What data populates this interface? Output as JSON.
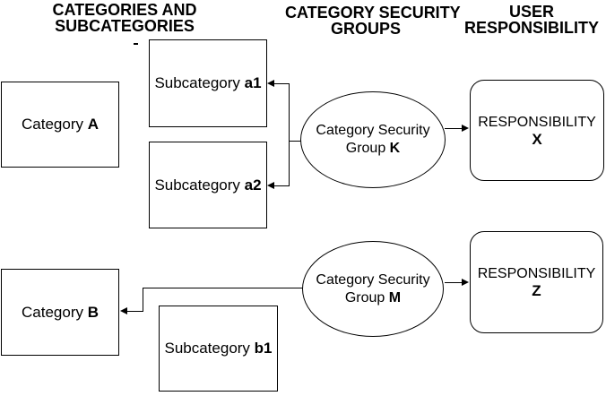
{
  "headers": [
    {
      "line1": "CATEGORIES AND",
      "line2": "SUBCATEGORIES"
    },
    {
      "line1": "CATEGORY SECURITY",
      "line2": "GROUPS"
    },
    {
      "line1": "USER",
      "line2": "RESPONSIBILITY"
    }
  ],
  "nodes": {
    "category_a": {
      "label": "Category",
      "key": "A"
    },
    "subcategory_a1": {
      "label": "Subcategory",
      "key": "a1"
    },
    "subcategory_a2": {
      "label": "Subcategory",
      "key": "a2"
    },
    "category_b": {
      "label": "Category",
      "key": "B"
    },
    "subcategory_b1": {
      "label": "Subcategory",
      "key": "b1"
    },
    "group_k": {
      "line1": "Category Security",
      "line2": "Group",
      "key": "K"
    },
    "group_m": {
      "line1": "Category Security",
      "line2": "Group",
      "key": "M"
    },
    "responsibility_x": {
      "line1": "RESPONSIBILITY",
      "key": "X"
    },
    "responsibility_z": {
      "line1": "RESPONSIBILITY",
      "key": "Z"
    }
  },
  "colors": {
    "line": "#000000",
    "text": "#000000",
    "background": "#ffffff"
  }
}
